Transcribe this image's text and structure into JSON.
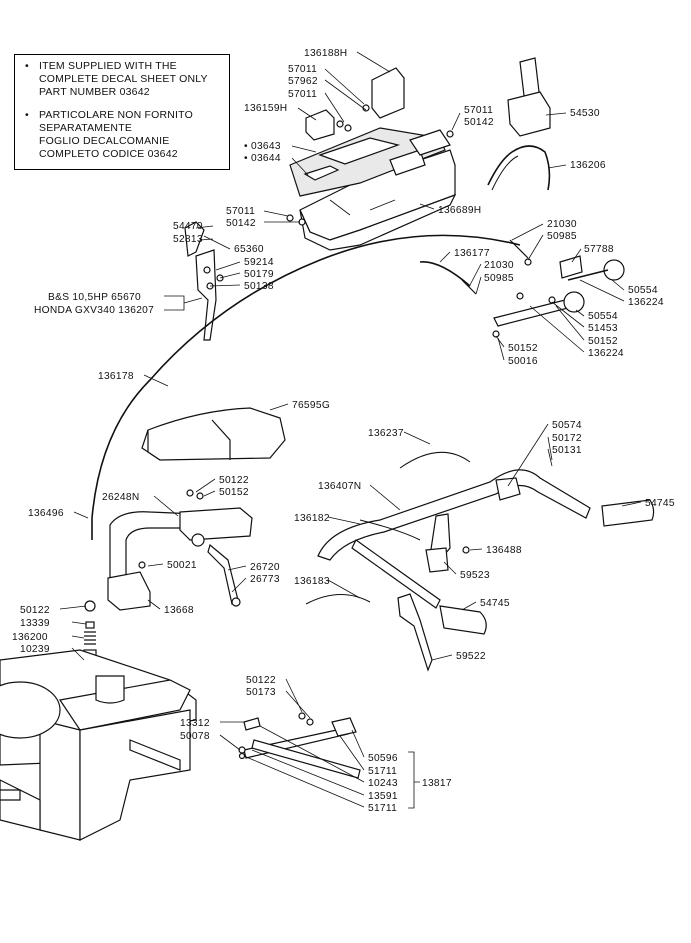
{
  "note": {
    "en_lines": [
      "ITEM SUPPLIED WITH THE",
      "COMPLETE DECAL SHEET ONLY",
      "PART NUMBER 03642"
    ],
    "it_lines": [
      "PARTICOLARE NON FORNITO",
      "SEPARATAMENTE",
      "FOGLIO DECALCOMANIE",
      "COMPLETO CODICE 03642"
    ],
    "bullet": "•"
  },
  "labels": {
    "p136188H": "136188H",
    "p57011a": "57011",
    "p57962": "57962",
    "p57011b": "57011",
    "p136159H": "136159H",
    "p57011c": "57011",
    "p50142a": "50142",
    "p54530": "54530",
    "p03643": "• 03643",
    "p03644": "• 03644",
    "p136206": "136206",
    "p57011d": "57011",
    "p50142b": "50142",
    "p136689H": "136689H",
    "p54470": "54470",
    "p52813": "52813",
    "p65360": "65360",
    "p59214": "59214",
    "p50179": "50179",
    "p50138": "50138",
    "engine1": "B&S 10,5HP  65670",
    "engine2": "HONDA GXV340 136207",
    "p21030a": "21030",
    "p50985a": "50985",
    "p136177": "136177",
    "p21030b": "21030",
    "p50985b": "50985",
    "p57788": "57788",
    "p50554a": "50554",
    "p136224a": "136224",
    "p50554b": "50554",
    "p51453": "51453",
    "p50152a": "50152",
    "p136224b": "136224",
    "p50152b": "50152",
    "p50016": "50016",
    "p136178": "136178",
    "p76595G": "76595G",
    "p136237": "136237",
    "p50574": "50574",
    "p50172": "50172",
    "p50131": "50131",
    "p136407N": "136407N",
    "p54745a": "54745",
    "p50122a": "50122",
    "p50152c": "50152",
    "p26248N": "26248N",
    "p136496": "136496",
    "p136182": "136182",
    "p136488": "136488",
    "p59523": "59523",
    "p50021": "50021",
    "p26720": "26720",
    "p26773": "26773",
    "p136183": "136183",
    "p54745b": "54745",
    "p50122b": "50122",
    "p13668": "13668",
    "p13339": "13339",
    "p136200": "136200",
    "p10239": "10239",
    "p59522": "59522",
    "p50122c": "50122",
    "p50173": "50173",
    "p13312": "13312",
    "p50078": "50078",
    "p50596": "50596",
    "p51711a": "51711",
    "p10243": "10243",
    "p13591": "13591",
    "p51711b": "51711",
    "p13817": "13817"
  }
}
